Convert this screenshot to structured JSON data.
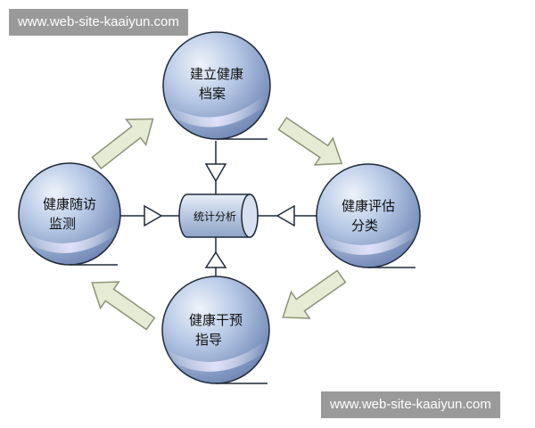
{
  "watermarks": {
    "top": "www.web-site-kaaiyun.com",
    "bottom": "www.web-site-kaaiyun.com"
  },
  "diagram": {
    "center": {
      "label": "统计分析"
    },
    "nodes": [
      {
        "key": "top",
        "lines": [
          "建立健康",
          "档案"
        ]
      },
      {
        "key": "right",
        "lines": [
          "健康评估",
          "分类"
        ]
      },
      {
        "key": "bottom",
        "lines": [
          "健康干预",
          "指导"
        ]
      },
      {
        "key": "left",
        "lines": [
          "健康随访",
          "监测"
        ]
      }
    ]
  },
  "colors": {
    "sphere_light": "#dbe5f2",
    "sphere_mid": "#9fb6da",
    "sphere_dark": "#6f86b4",
    "sphere_stroke": "#1f2a38",
    "arrow_fill": "#e6ecd3",
    "arrow_stroke": "#8b9477",
    "cylinder_fill": "#bfcce2"
  }
}
